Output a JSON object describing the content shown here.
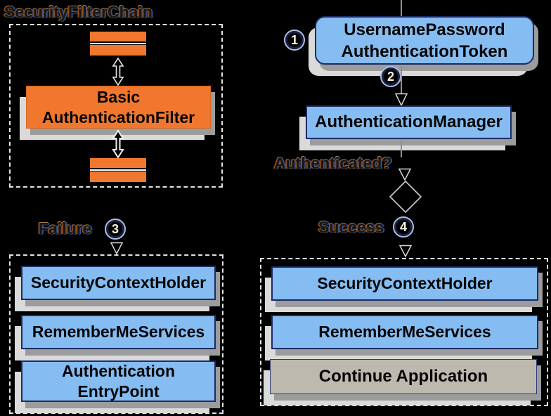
{
  "colors": {
    "background": "#000000",
    "node_blue": "#85bcf1",
    "node_orange": "#f2772e",
    "node_gray": "#beb9ae",
    "node_border_blue": "#1c2b66",
    "shadow_mid": "#9c9c9c",
    "shadow_light": "#dadada",
    "dashed_border": "#e3e3e3"
  },
  "filter_chain": {
    "title": "SecurityFilterChain",
    "filter_line1": "Basic",
    "filter_line2": "AuthenticationFilter"
  },
  "flow": {
    "token_line1": "UsernamePassword",
    "token_line2": "AuthenticationToken",
    "manager_label": "AuthenticationManager",
    "authenticated_label": "Authenticated?",
    "failure_label": "Failure",
    "success_label": "Success",
    "steps": {
      "s1": "1",
      "s2": "2",
      "s3": "3",
      "s4": "4"
    }
  },
  "failure_panel": {
    "boxes": [
      "SecurityContextHolder",
      "RememberMeServices"
    ],
    "entry_point_line1": "Authentication",
    "entry_point_line2": "EntryPoint"
  },
  "success_panel": {
    "boxes": [
      "SecurityContextHolder",
      "RememberMeServices"
    ],
    "continue_label": "Continue Application"
  }
}
